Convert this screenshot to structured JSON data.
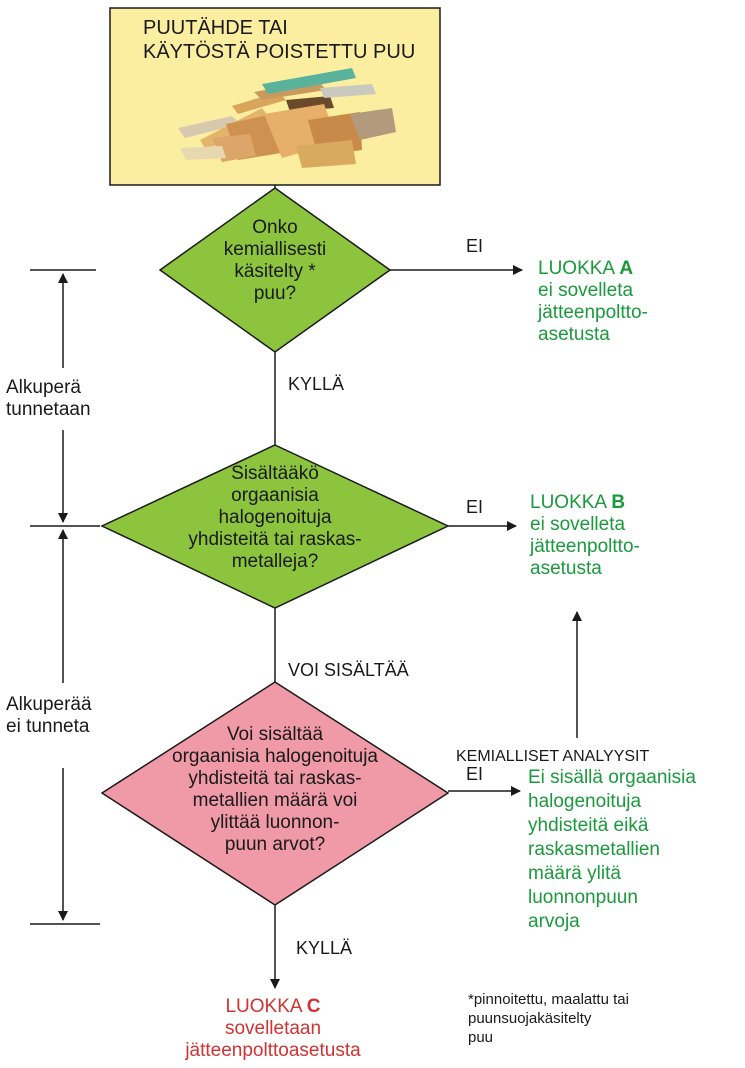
{
  "start": {
    "line1": "PUUTÄHDE TAI",
    "line2": "KÄYTÖSTÄ POISTETTU PUU"
  },
  "q1": {
    "lines": [
      "Onko",
      "kemiallisesti",
      "käsitelty *",
      "puu?"
    ],
    "no": "EI",
    "yes": "KYLLÄ"
  },
  "q2": {
    "lines": [
      "Sisältääkö",
      "orgaanisia",
      "halogenoituja",
      "yhdisteitä tai raskas-",
      "metalleja?"
    ],
    "no": "EI",
    "yes": "VOI SISÄLTÄÄ"
  },
  "q3": {
    "lines": [
      "Voi sisältää",
      "orgaanisia halogenoituja",
      "yhdisteitä tai raskas-",
      "metallien määrä voi",
      "ylittää luonnon-",
      "puun arvot?"
    ],
    "no": "EI",
    "yes": "KYLLÄ"
  },
  "class_a": {
    "name": "LUOKKA ",
    "letter": "A",
    "lines": [
      "ei sovelleta",
      "jätteenpoltto-",
      "asetusta"
    ]
  },
  "class_b": {
    "name": "LUOKKA ",
    "letter": "B",
    "lines": [
      "ei sovelleta",
      "jätteenpoltto-",
      "asetusta"
    ]
  },
  "class_c": {
    "name": "LUOKKA ",
    "letter": "C",
    "lines": [
      "sovelletaan",
      "jätteenpolttoasetusta"
    ]
  },
  "analysis_label": "KEMIALLISET ANALYYSIT",
  "analysis_result": [
    "Ei sisällä orgaanisia",
    "halogenoituja",
    "yhdisteitä eikä",
    "raskasmetallien",
    "määrä ylitä",
    "luonnonpuun",
    "arvoja"
  ],
  "origin_known": [
    "Alkuperä",
    "tunnetaan"
  ],
  "origin_unknown": [
    "Alkuperää",
    "ei tunneta"
  ],
  "footnote": [
    "*pinnoitettu, maalattu tai",
    "puunsuojakäsitelty",
    "puu"
  ],
  "colors": {
    "start_fill": "#fbeea0",
    "diamond_green": "#8cc43e",
    "diamond_pink": "#ef9aa6",
    "result_green": "#1a9a3c",
    "result_red": "#d23232"
  }
}
